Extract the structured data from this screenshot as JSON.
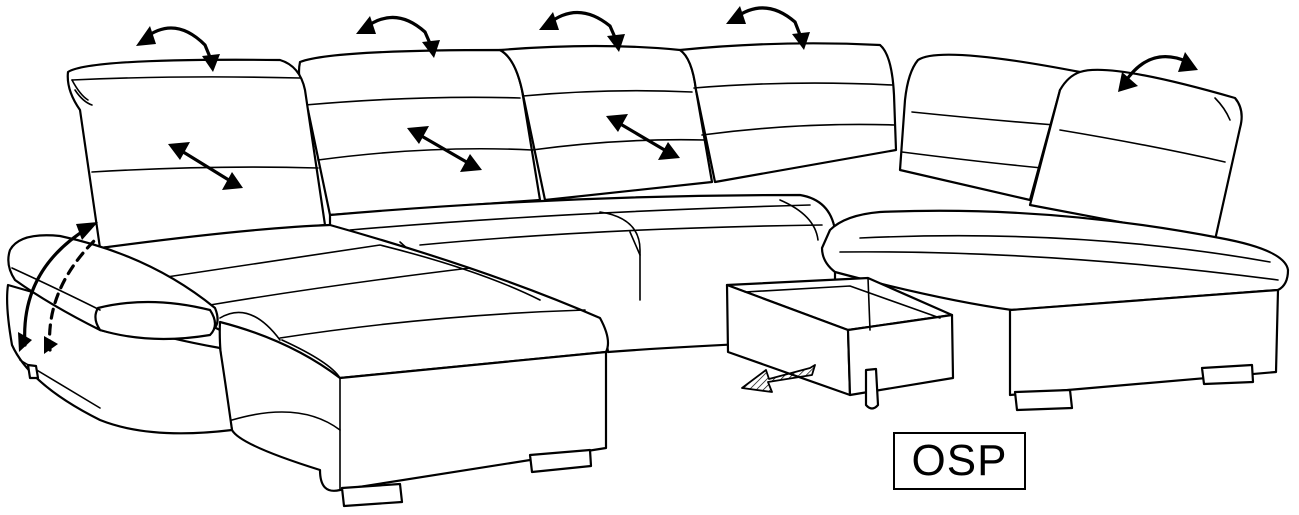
{
  "diagram": {
    "model_label": "OSP",
    "line_color": "#000000",
    "background_color": "#ffffff",
    "components": [
      "left-chaise-longue",
      "middle-sofa-seats",
      "right-chaise-longue",
      "storage-drawer",
      "adjustable-headrests",
      "sliding-backrests",
      "folding-armrest"
    ]
  }
}
